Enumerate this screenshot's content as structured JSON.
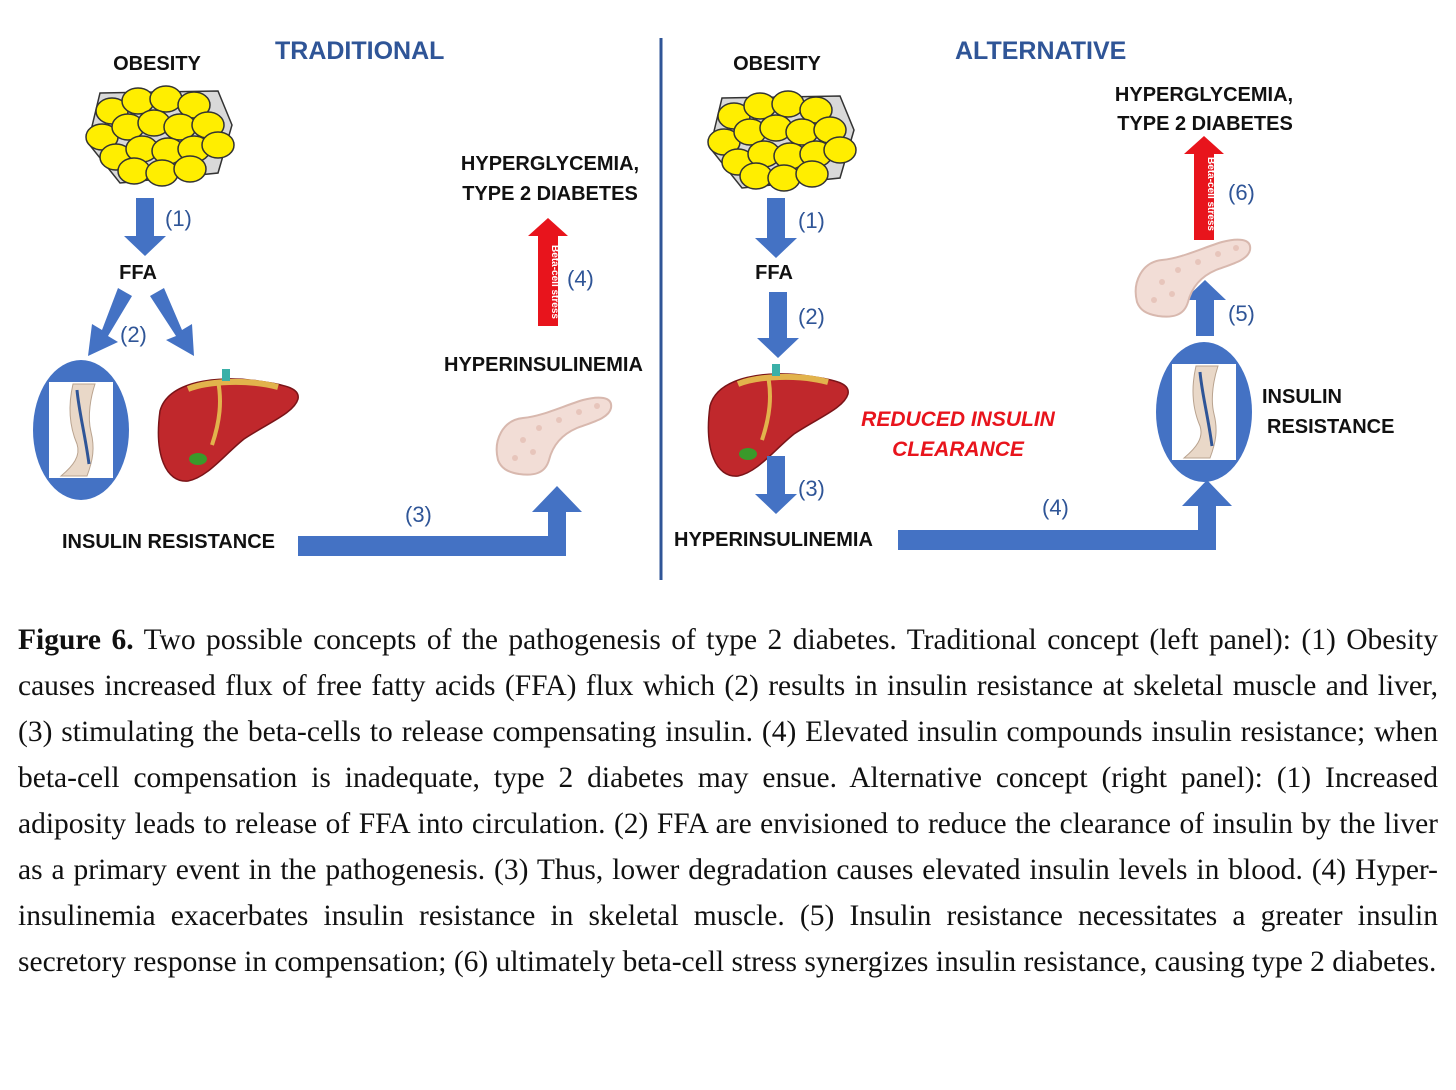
{
  "traditional": {
    "heading": "TRADITIONAL",
    "obesity": "OBESITY",
    "ffa": "FFA",
    "insulin_resistance": "INSULIN RESISTANCE",
    "hyperinsulinemia": "HYPERINSULINEMIA",
    "hyperglycemia_line1": "HYPERGLYCEMIA,",
    "hyperglycemia_line2": "TYPE 2 DIABETES",
    "beta_cell_stress": "Beta-cell stress",
    "step1": "(1)",
    "step2": "(2)",
    "step3": "(3)",
    "step4": "(4)"
  },
  "alternative": {
    "heading": "ALTERNATIVE",
    "obesity": "OBESITY",
    "ffa": "FFA",
    "hyperinsulinemia": "HYPERINSULINEMIA",
    "reduced_line1": "REDUCED INSULIN",
    "reduced_line2": "CLEARANCE",
    "insulin_resistance_line1": "INSULIN",
    "insulin_resistance_line2": "RESISTANCE",
    "hyperglycemia_line1": "HYPERGLYCEMIA,",
    "hyperglycemia_line2": "TYPE 2 DIABETES",
    "beta_cell_stress": "Beta-cell stress",
    "step1": "(1)",
    "step2": "(2)",
    "step3": "(3)",
    "step4": "(4)",
    "step5": "(5)",
    "step6": "(6)"
  },
  "caption": {
    "label": "Figure 6.",
    "text": "Two possible concepts of the pathogenesis of type 2 diabetes. Traditional concept (left panel): (1) Obesity causes increased flux of free fatty acids (FFA) flux which (2) results in insulin resistance at skeletal muscle and liver, (3) stimulating the beta-cells to release compensating insulin. (4) Elevated insulin compounds insulin resistance; when beta-cell compensation is inadequate, type 2 diabetes may ensue. Alternative concept (right panel): (1) Increased adiposity leads to release of FFA into circulation. (2) FFA are envisioned to reduce the clearance of insulin by the liver as a primary event in the pathogenesis. (3) Thus, lower degradation causes elevated insulin levels in blood. (4) Hyper-insulinemia exacerbates insulin resistance in skeletal muscle. (5) Insulin resistance necessitates a greater insulin secretory response in compensation; (6) ultimately beta-cell stress synergizes insulin resistance, causing type 2 diabetes."
  },
  "colors": {
    "arrow_blue": "#4472c4",
    "heading_blue": "#2f5597",
    "red": "#e8141c",
    "fat_yellow": "#ffee00",
    "liver_red": "#c0282c",
    "pancreas_pink": "#f2ddd6"
  }
}
